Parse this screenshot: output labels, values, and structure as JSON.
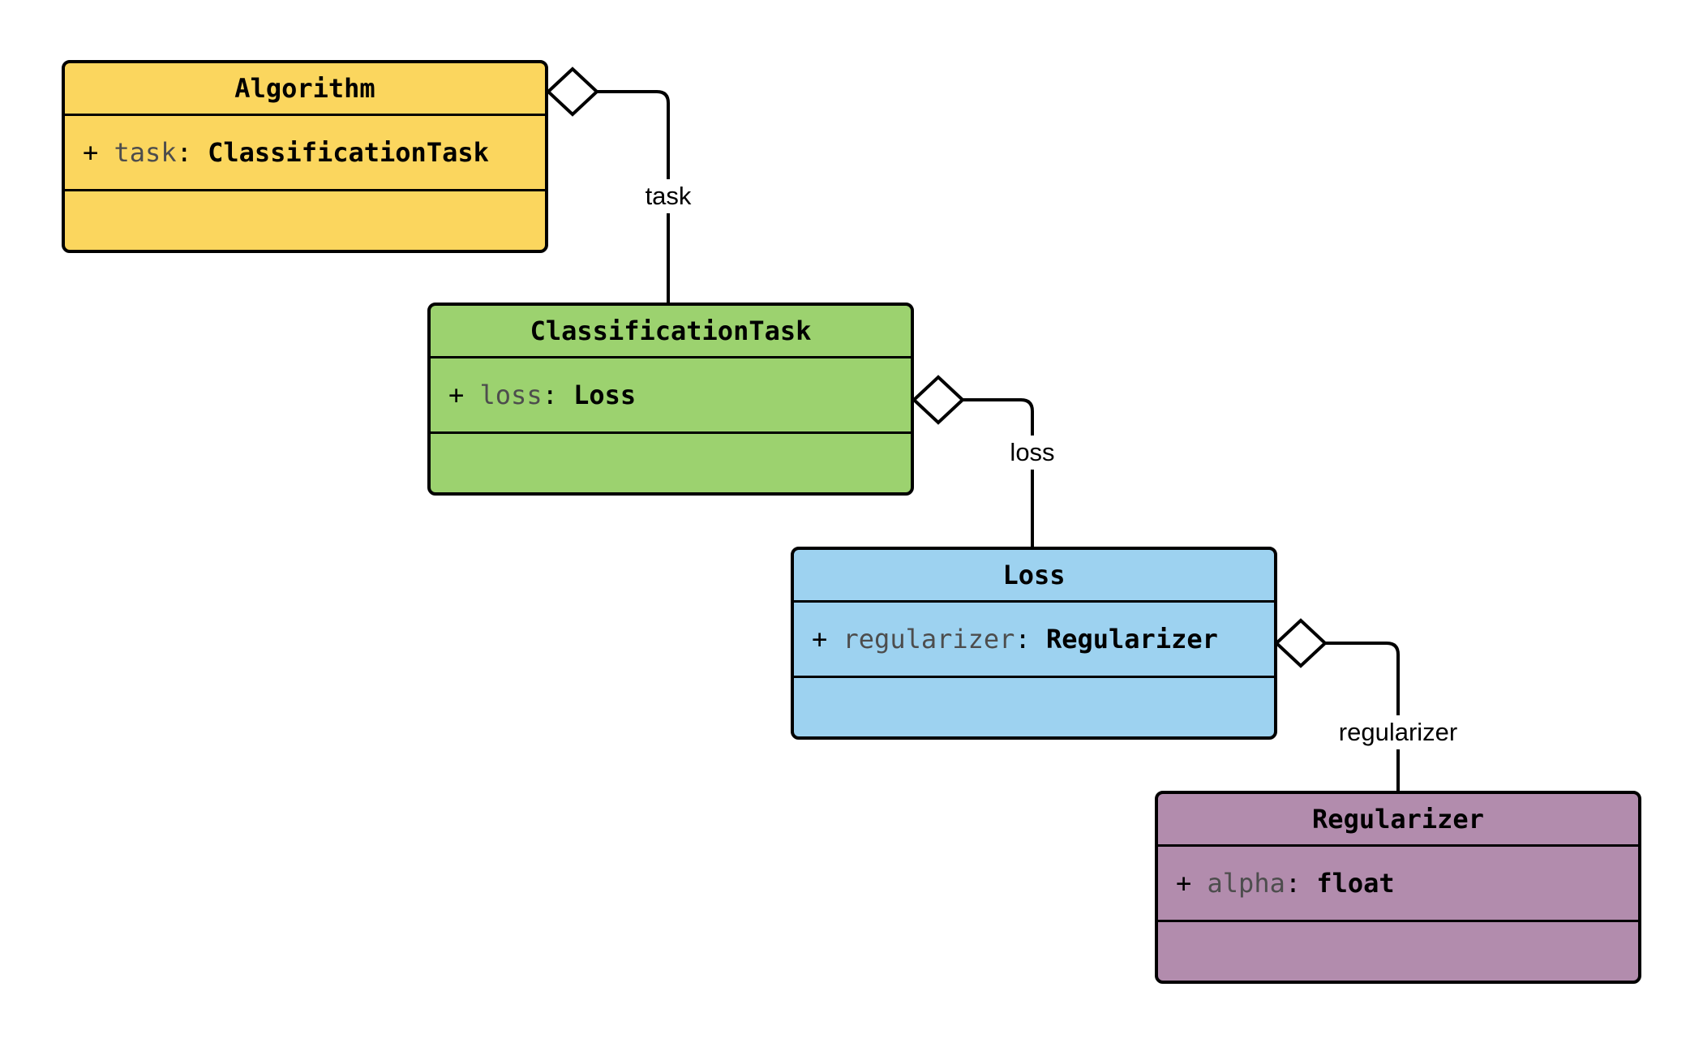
{
  "diagram": {
    "type": "uml-class-diagram",
    "classes": [
      {
        "name": "Algorithm",
        "fill": "#FBD65E",
        "attribute": {
          "visibility": "+",
          "name": "task",
          "colon": ":",
          "type": "ClassificationTask"
        }
      },
      {
        "name": "ClassificationTask",
        "fill": "#9CD26F",
        "attribute": {
          "visibility": "+",
          "name": "loss",
          "colon": ":",
          "type": "Loss"
        }
      },
      {
        "name": "Loss",
        "fill": "#9DD2F0",
        "attribute": {
          "visibility": "+",
          "name": "regularizer",
          "colon": ":",
          "type": "Regularizer"
        }
      },
      {
        "name": "Regularizer",
        "fill": "#B28CAD",
        "attribute": {
          "visibility": "+",
          "name": "alpha",
          "colon": ":",
          "type": "float"
        }
      }
    ],
    "relations": [
      {
        "type": "aggregation",
        "from": "Algorithm",
        "to": "ClassificationTask",
        "label": "task"
      },
      {
        "type": "aggregation",
        "from": "ClassificationTask",
        "to": "Loss",
        "label": "loss"
      },
      {
        "type": "aggregation",
        "from": "Loss",
        "to": "Regularizer",
        "label": "regularizer"
      }
    ],
    "colors": {
      "stroke": "#000000",
      "attribute_name_text": "#4d4d4d",
      "diamond_fill": "#ffffff",
      "background": "#ffffff"
    }
  }
}
